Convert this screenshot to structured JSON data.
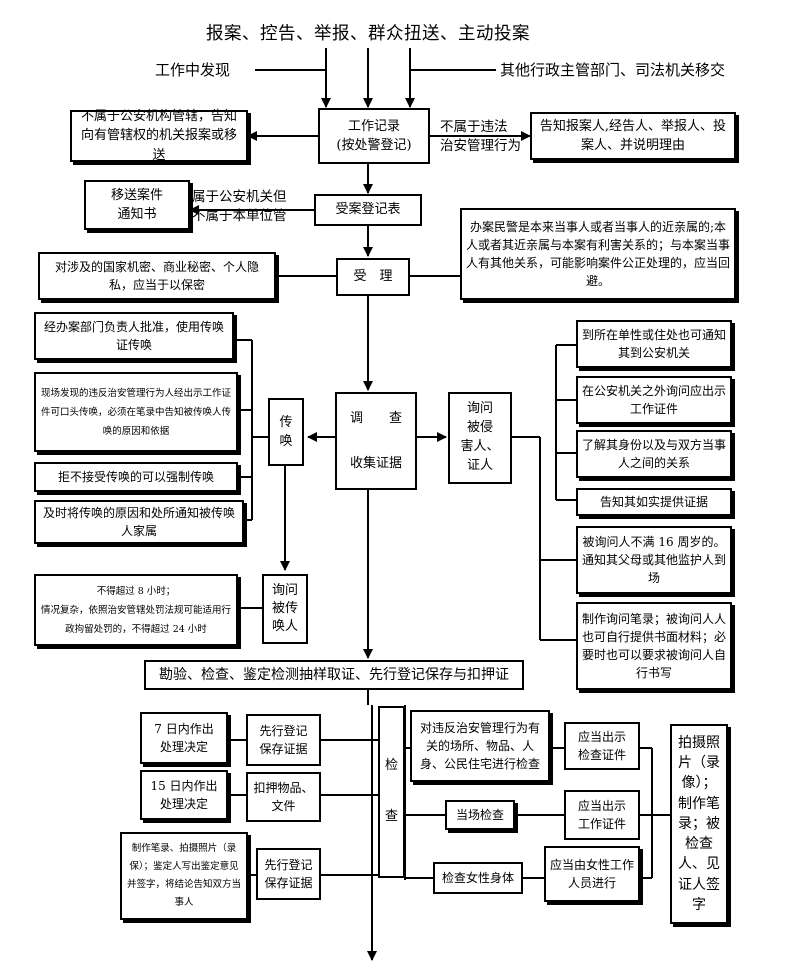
{
  "header": {
    "sources": "报案、控告、举报、群众扭送、主动投案",
    "found_in_work": "工作中发现",
    "transferred": "其他行政主管部门、司法机关移交"
  },
  "nodes": {
    "work_record": "工作记录\n(按处警登记)",
    "not_jurisdiction": "不属于公安机构管辖，告知向有管辖权的机关报案或移送",
    "not_violation_label": "不属于违法\n治安管理行为",
    "inform_reporter": "告知报案人,经告人、举报人、投案人、并说明理由",
    "transfer_notice": "移送案件\n通知书",
    "belongs_not_unit_label": "属于公安机关但\n不属于本单位管",
    "case_register": "受案登记表",
    "secrets": "对涉及的国家机密、商业秘密、个人隐私，应当于以保密",
    "accept": "受　理",
    "avoidance": "办案民警是本来当事人或者当事人的近亲属的;本人或者其近亲属与本案有利害关系的；与本案当事人有其他关系，可能影响案件公正处理的，应当回避。",
    "summon_approval": "经办案部门负责人批准，使用传唤证传唤",
    "oral_summon": "现场发现的违反治安管理行为人经出示工作证件可口头传唤，必须在笔录中告知被传唤人传唤的原因和依据",
    "summon": "传唤",
    "force_summon": "拒不接受传唤的可以强制传唤",
    "notify_family": "及时将传唤的原因和处所通知被传唤人家属",
    "investigate": "调　　查",
    "collect_evidence": "收集证据",
    "question_victim": "询问\n被侵\n害人、\n证人",
    "at_unit": "到所在单性或住处也可通知其到公安机关",
    "outside_office": "在公安机关之外询问应出示工作证件",
    "know_identity": "了解其身份以及与双方当事人之间的关系",
    "inform_truth": "告知其如实提供证据",
    "minor": "被询问人不满 16 周岁的。通知其父母或其他监护人到场",
    "record": "制作询问笔录；被询问人人也可自行提供书面材料；必要时也可以要求被询问人自行书写",
    "time_limit": "不得超过 8 小时；\n情况复杂，依照治安管辖处罚法规可能适用行政拘留处罚的，不得超过 24 小时",
    "question_summoned": "询问\n被传\n唤人",
    "inspection_row": "勘验、检查、鉴定检测抽样取证、先行登记保存与扣押证",
    "decide7": "7 日内作出\n处理决定",
    "preserve1": "先行登记\n保存证据",
    "decide15": "15 日内作出\n处理决定",
    "seize": "扣押物品、\n文件",
    "appraisal": "制作笔录、拍摄照片（录保）；鉴定人写出鉴定意见并签字，将结论告知双方当事人",
    "preserve2": "先行登记\n保存证据",
    "inspect": "检\n\n\n查",
    "places": "对违反治安管理行为有关的场所、物品、人身、公民住宅进行检查",
    "show_cert1": "应当出示\n检查证件",
    "onsite": "当场检查",
    "show_cert2": "应当出示\n工作证件",
    "female": "检查女性身体",
    "female_staff": "应当由女性工作人员进行",
    "photo": "拍摄照片（录像）；制作笔录；被检查人、见证人签字"
  }
}
